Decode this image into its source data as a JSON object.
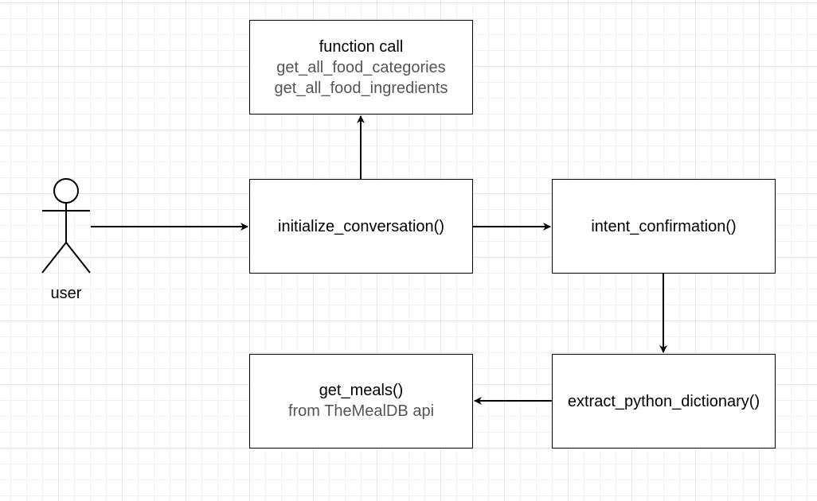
{
  "actor": {
    "label": "user"
  },
  "nodes": {
    "function_call": {
      "title": "function call",
      "lines": [
        "get_all_food_categories",
        "get_all_food_ingredients"
      ]
    },
    "initialize": {
      "title": "initialize_conversation()"
    },
    "intent": {
      "title": "intent_confirmation()"
    },
    "extract": {
      "title": "extract_python_dictionary()"
    },
    "get_meals": {
      "title": "get_meals()",
      "subtitle": "from TheMealDB api"
    }
  },
  "colors": {
    "stroke": "#000000",
    "subtext": "#555555",
    "grid": "#e3e3e3"
  }
}
